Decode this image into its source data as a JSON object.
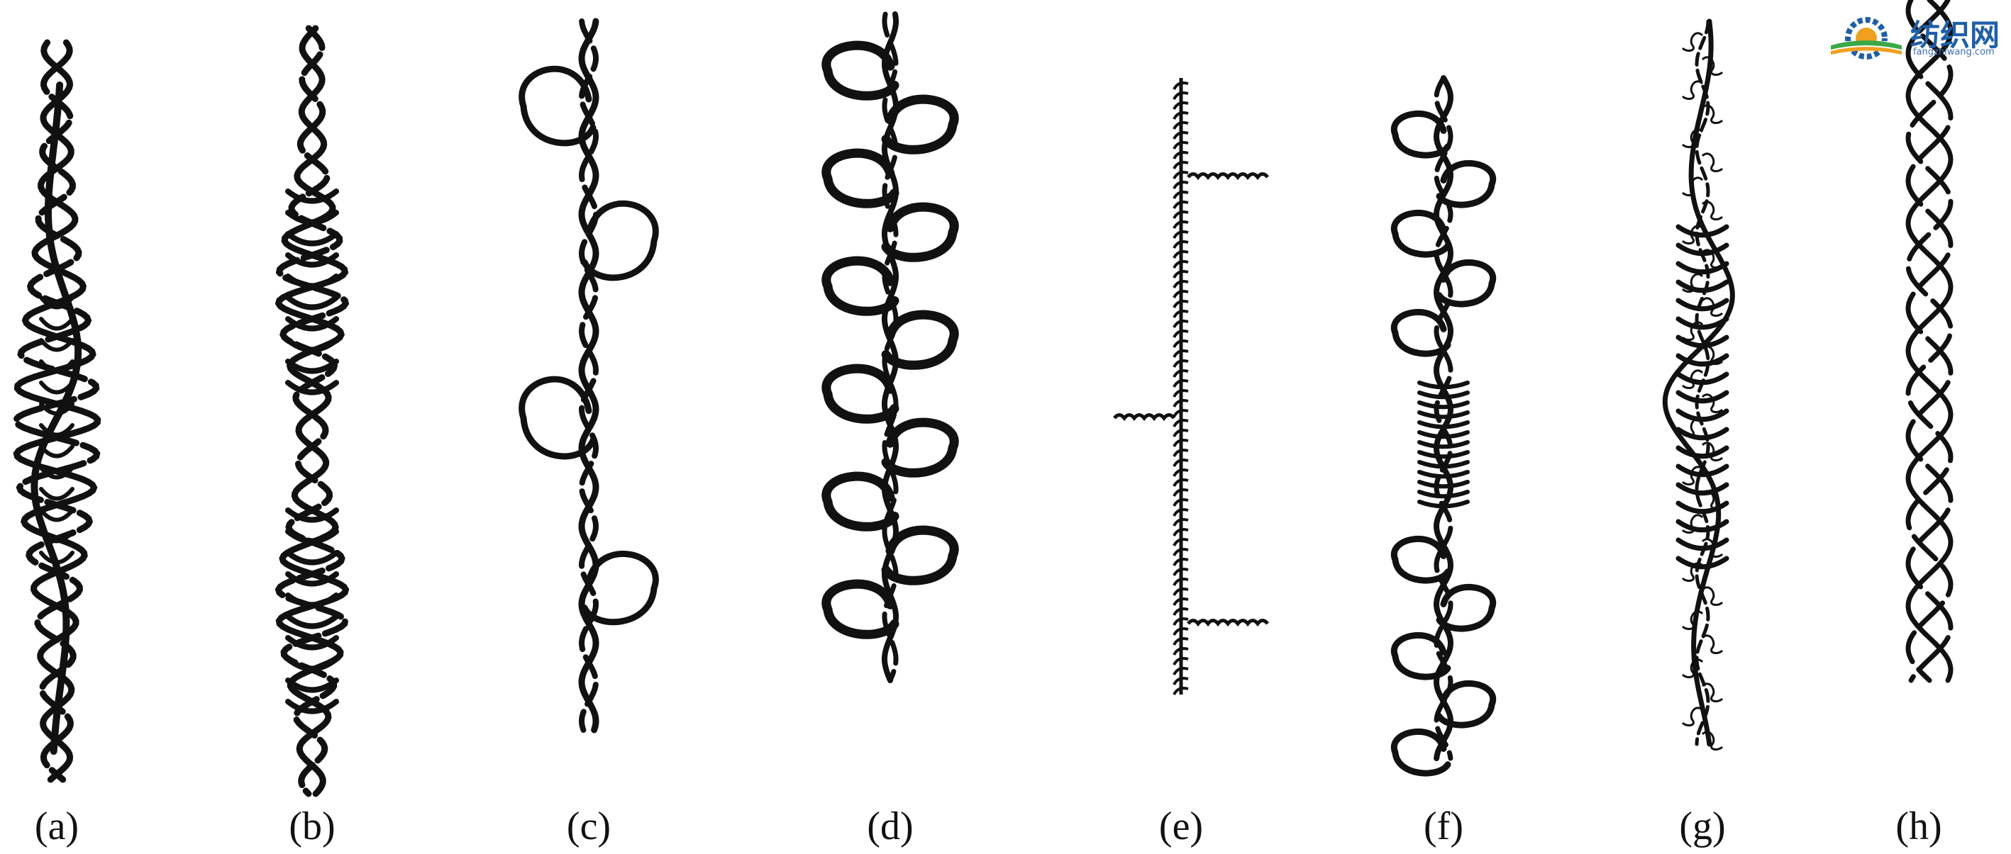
{
  "panels": [
    {
      "id": "a",
      "label": "(a)",
      "type": "twisted-spiral"
    },
    {
      "id": "b",
      "label": "(b)",
      "type": "double-knot"
    },
    {
      "id": "c",
      "label": "(c)",
      "type": "sparse-loops"
    },
    {
      "id": "d",
      "label": "(d)",
      "type": "dense-loops"
    },
    {
      "id": "e",
      "label": "(e)",
      "type": "fine-slub"
    },
    {
      "id": "f",
      "label": "(f)",
      "type": "loops-with-knot"
    },
    {
      "id": "g",
      "label": "(g)",
      "type": "fluffy-spiral"
    },
    {
      "id": "h",
      "label": "(h)",
      "type": "braid"
    }
  ],
  "logo": {
    "text": "纺织网",
    "subtext": "fangzhiwang.com",
    "icon": "gear-sun-logo-icon",
    "colors": {
      "blue": "#1f5fa8",
      "orange": "#f0a020",
      "green": "#3aa845"
    }
  },
  "colors": {
    "ink": "#111111",
    "background": "#ffffff"
  }
}
